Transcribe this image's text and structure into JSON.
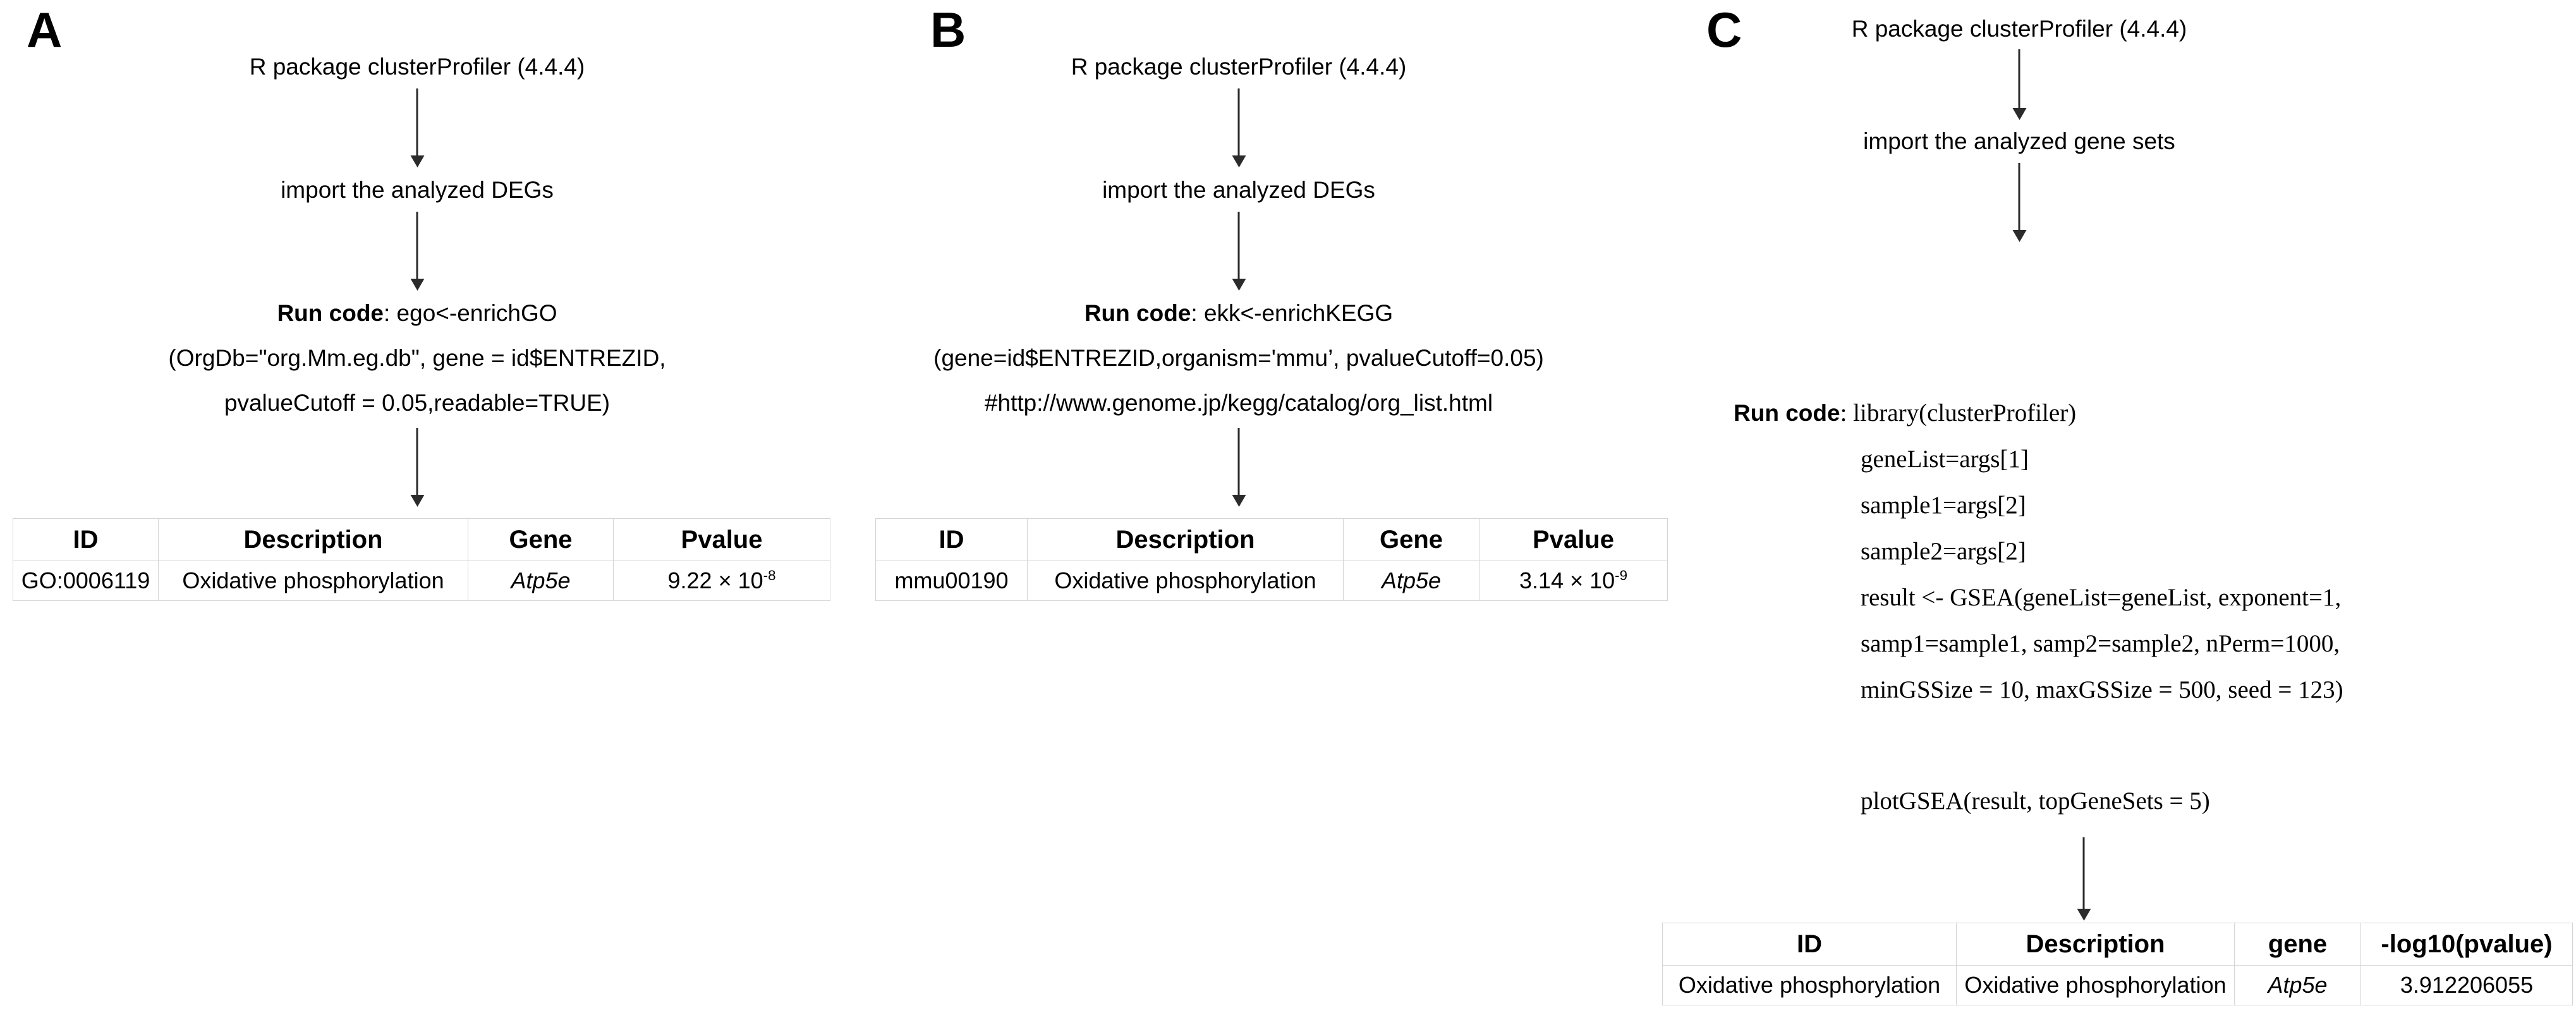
{
  "figure": {
    "panels": [
      {
        "letter": "A",
        "nodes": [
          "R package clusterProfiler (4.4.4)",
          "import the analyzed DEGs"
        ],
        "code": {
          "run_label": "Run code",
          "lines": [
            ": ego<-enrichGO",
            "(OrgDb=\"org.Mm.eg.db\", gene = id$ENTREZID,",
            "pvalueCutoff = 0.05,readable=TRUE)"
          ]
        },
        "table": {
          "headers": [
            "ID",
            "Description",
            "Gene",
            "Pvalue"
          ],
          "row": {
            "id": "GO:0006119",
            "description": "Oxidative phosphorylation",
            "gene": "Atp5e",
            "pvalue_mantissa": "9.22 × 10",
            "pvalue_exponent": "-8"
          }
        }
      },
      {
        "letter": "B",
        "nodes": [
          "R package clusterProfiler (4.4.4)",
          "import the analyzed DEGs"
        ],
        "code": {
          "run_label": "Run code",
          "lines": [
            ": ekk<-enrichKEGG",
            "(gene=id$ENTREZID,organism='mmu’, pvalueCutoff=0.05)",
            "#http://www.genome.jp/kegg/catalog/org_list.html"
          ]
        },
        "table": {
          "headers": [
            "ID",
            "Description",
            "Gene",
            "Pvalue"
          ],
          "row": {
            "id": "mmu00190",
            "description": "Oxidative phosphorylation",
            "gene": "Atp5e",
            "pvalue_mantissa": "3.14 × 10",
            "pvalue_exponent": "-9"
          }
        }
      },
      {
        "letter": "C",
        "nodes": [
          "R package clusterProfiler (4.4.4)",
          "import the analyzed gene sets"
        ],
        "code": {
          "run_label": "Run code",
          "first_line": ": library(clusterProfiler)",
          "lines": [
            "geneList=args[1]",
            "sample1=args[2]",
            "sample2=args[2]",
            "result <- GSEA(geneList=geneList, exponent=1,",
            "samp1=sample1, samp2=sample2, nPerm=1000,",
            "minGSSize = 10, maxGSSize = 500, seed = 123)",
            "plotGSEA(result, topGeneSets = 5)"
          ]
        },
        "table": {
          "headers": [
            "ID",
            "Description",
            "gene",
            "-log10(pvalue)"
          ],
          "row": {
            "id": "Oxidative phosphorylation",
            "description": "Oxidative phosphorylation",
            "gene": "Atp5e",
            "value": "3.912206055"
          }
        }
      }
    ]
  },
  "colors": {
    "background": "#ffffff",
    "text": "#000000",
    "arrow": "#2b2b2b",
    "table_border": "#d4d4d4"
  }
}
